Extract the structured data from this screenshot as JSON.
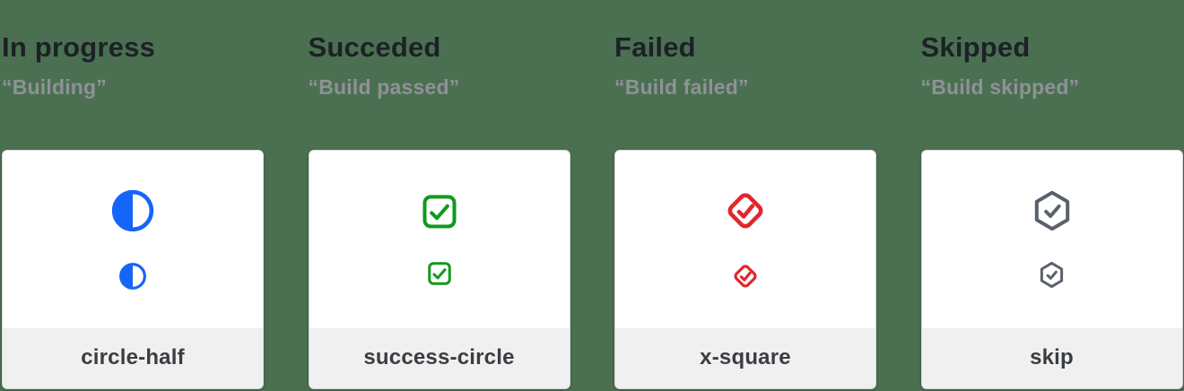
{
  "page": {
    "background_color": "#4a7051"
  },
  "columns": [
    {
      "title": "In progress",
      "subtitle": "“Building”",
      "icon": "circle-half-icon",
      "icon_color": "#1565f8",
      "label": "circle-half"
    },
    {
      "title": "Succeded",
      "subtitle": "“Build passed”",
      "icon": "check-square-icon",
      "icon_color": "#12991f",
      "label": "success-circle"
    },
    {
      "title": "Failed",
      "subtitle": "“Build failed”",
      "icon": "check-diamond-icon",
      "icon_color": "#e2262c",
      "label": "x-square"
    },
    {
      "title": "Skipped",
      "subtitle": "“Build skipped”",
      "icon": "check-hexagon-icon",
      "icon_color": "#5a616c",
      "label": "skip"
    }
  ]
}
